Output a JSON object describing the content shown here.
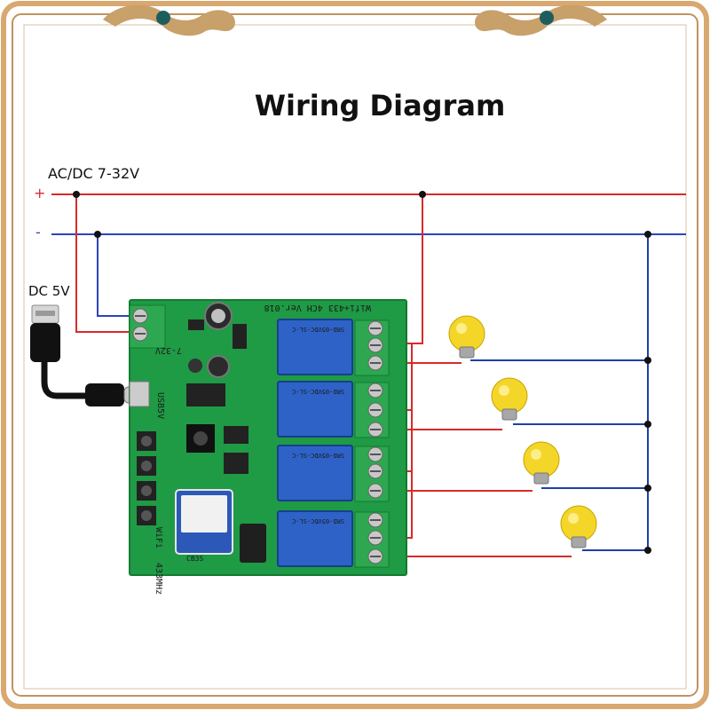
{
  "diagram": {
    "title": "Wiring Diagram",
    "supply_label": "AC/DC 7-32V",
    "plus_label": "+",
    "minus_label": "-",
    "usb_power_label": "DC 5V",
    "board": {
      "model_text": "Wifi+433 4CH Ver.018",
      "voltage_text": "7-32V",
      "usb_text": "USB5V",
      "wifi_text": "WiFi",
      "rf_text": "433MHz",
      "relay_text": "SRD-05VDC-SL-C",
      "module_text": "CB3S"
    },
    "colors": {
      "positive_wire": "#d92a2a",
      "negative_wire": "#2a45b8",
      "neutral_wire": "#1f3fa8",
      "pcb": "#1f9a45",
      "relay": "#2e62c7",
      "frame": "#d8a870"
    },
    "icons": [
      "usb-plug-icon",
      "light-bulb-icon",
      "relay-icon",
      "terminal-block-icon"
    ]
  }
}
